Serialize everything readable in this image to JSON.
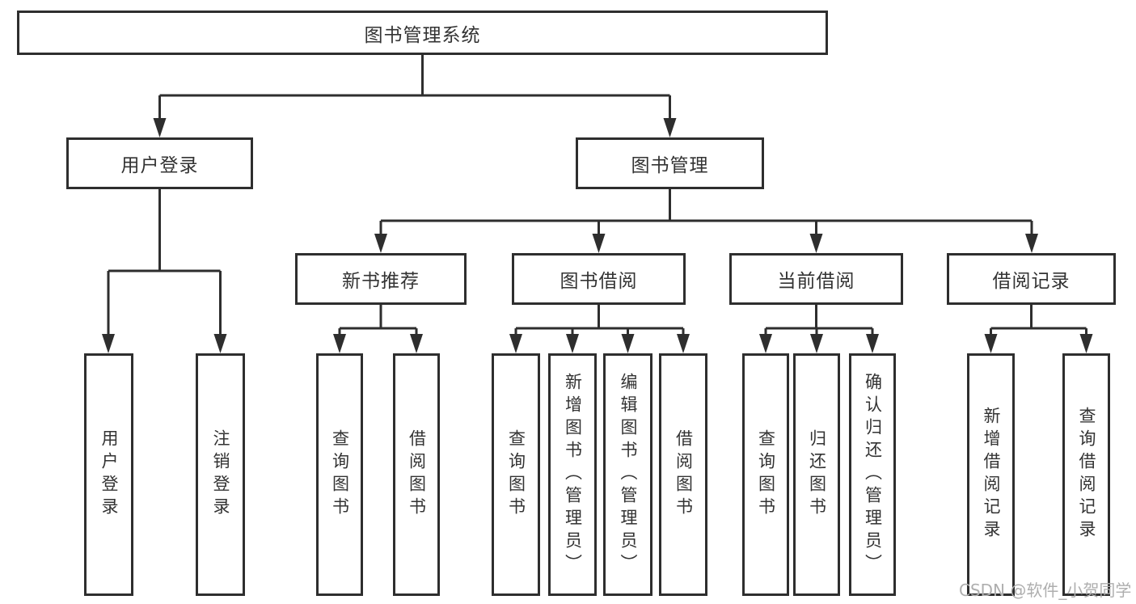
{
  "colors": {
    "line": "#2e2e2e",
    "box_border": "#2e2e2e",
    "text": "#333333",
    "background": "#ffffff",
    "watermark": "#aeaeae"
  },
  "diagram": {
    "type": "tree",
    "root": {
      "label": "图书管理系统"
    },
    "branches": [
      {
        "label": "用户登录",
        "children": [
          {
            "label": "用户登录"
          },
          {
            "label": "注销登录"
          }
        ]
      },
      {
        "label": "图书管理",
        "children": [
          {
            "label": "新书推荐",
            "children": [
              {
                "label": "查询图书"
              },
              {
                "label": "借阅图书"
              }
            ]
          },
          {
            "label": "图书借阅",
            "children": [
              {
                "label": "查询图书"
              },
              {
                "label": "新增图书（管理员）"
              },
              {
                "label": "编辑图书（管理员）"
              },
              {
                "label": "借阅图书"
              }
            ]
          },
          {
            "label": "当前借阅",
            "children": [
              {
                "label": "查询图书"
              },
              {
                "label": "归还图书"
              },
              {
                "label": "确认归还（管理员）"
              }
            ]
          },
          {
            "label": "借阅记录",
            "children": [
              {
                "label": "新增借阅记录"
              },
              {
                "label": "查询借阅记录"
              }
            ]
          }
        ]
      }
    ]
  },
  "watermark": {
    "text": "CSDN @软件_小贺同学"
  }
}
